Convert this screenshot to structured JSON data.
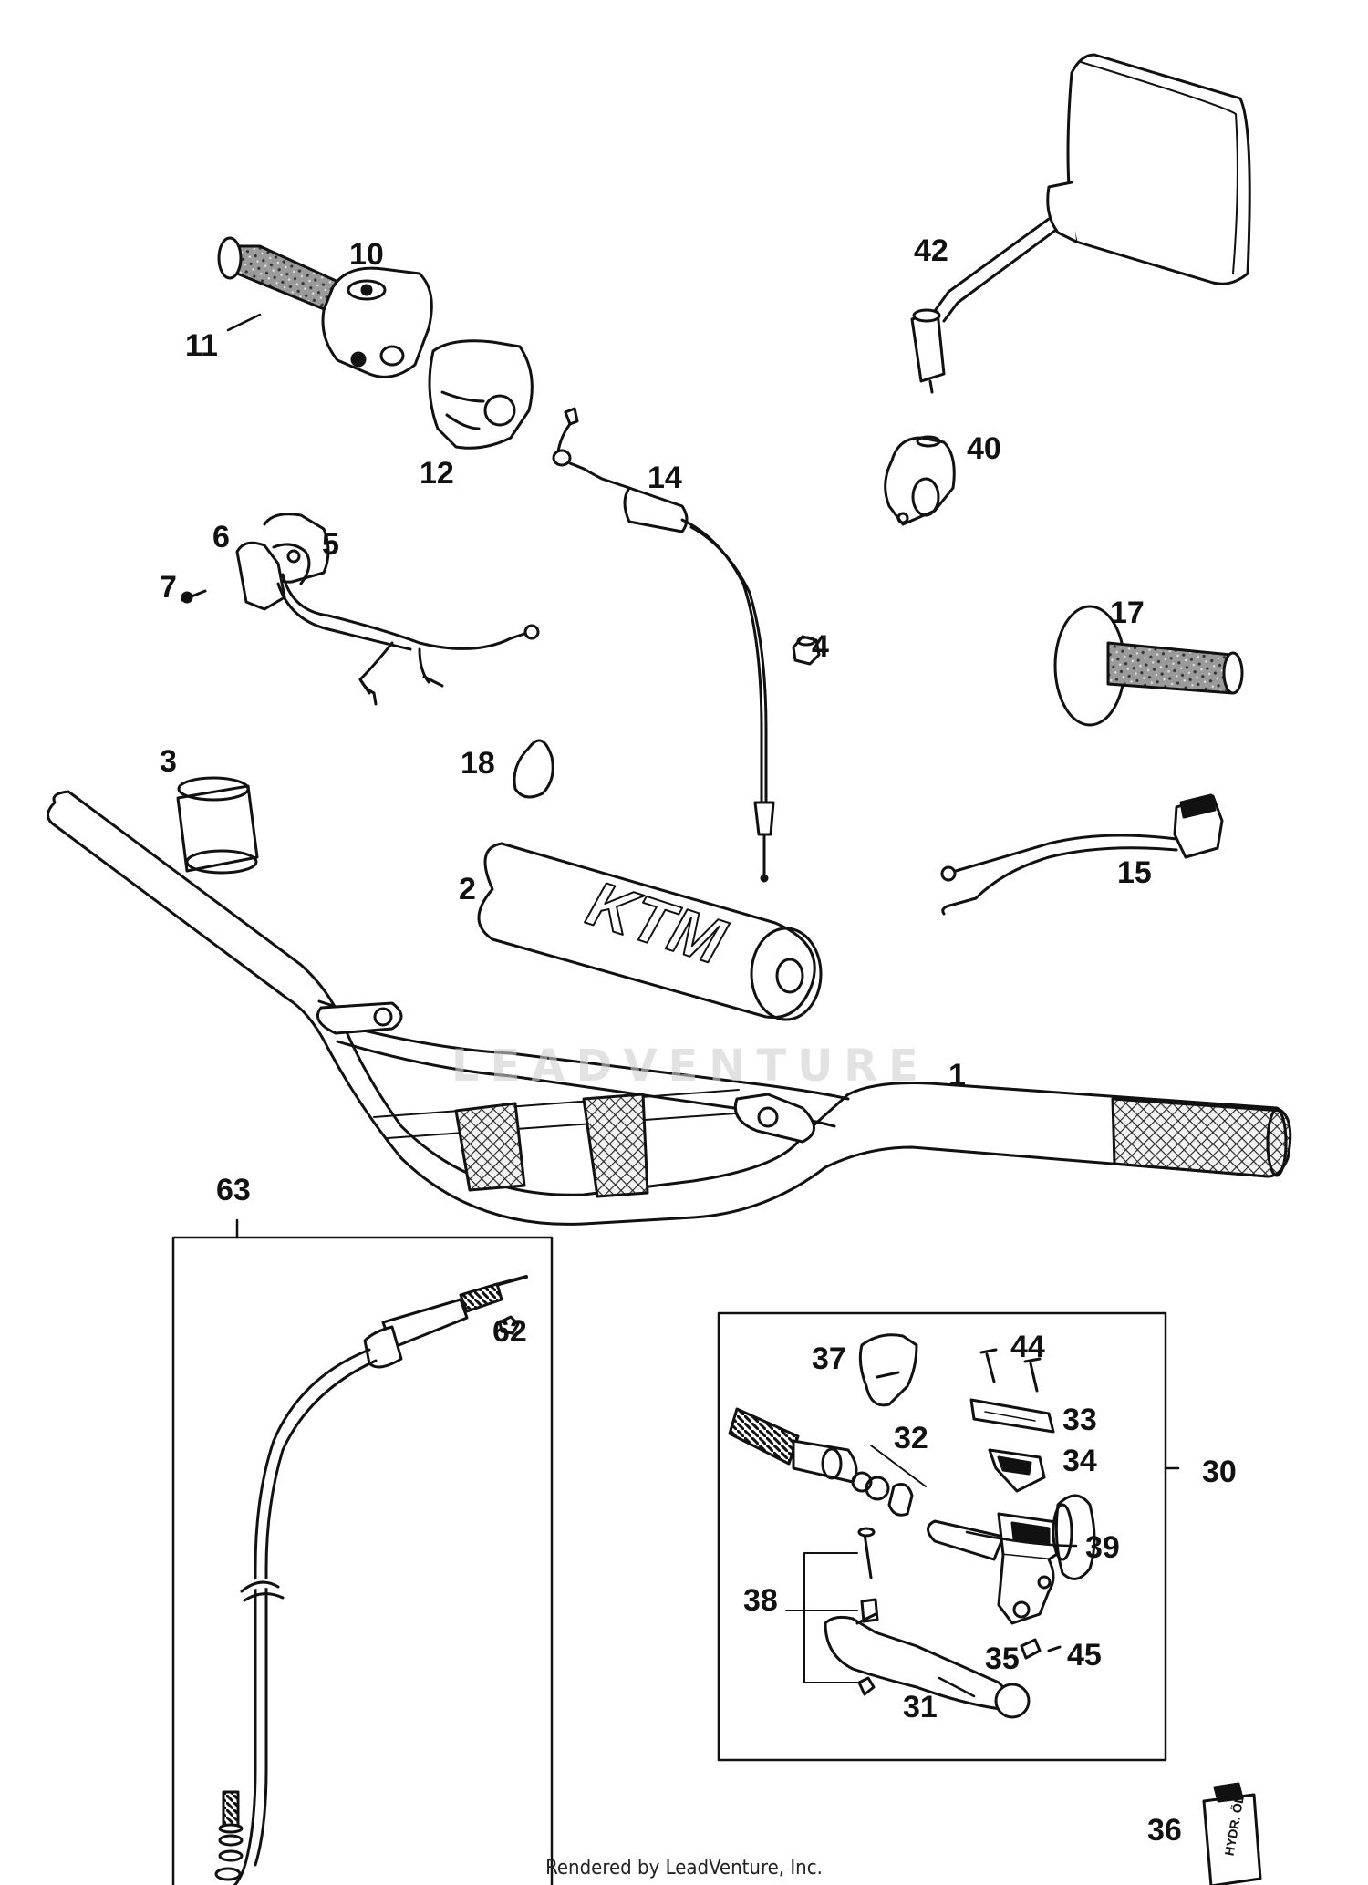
{
  "diagram": {
    "parts": [
      {
        "id": "handlebar",
        "number": "1"
      },
      {
        "id": "bar-pad",
        "number": "2"
      },
      {
        "id": "bushing",
        "number": "3"
      },
      {
        "id": "nut",
        "number": "4"
      },
      {
        "id": "switch-half",
        "number": "5"
      },
      {
        "id": "switch-clamp",
        "number": "6"
      },
      {
        "id": "screw",
        "number": "7"
      },
      {
        "id": "throttle-housing",
        "number": "10"
      },
      {
        "id": "throttle-grip",
        "number": "11"
      },
      {
        "id": "throttle-cover",
        "number": "12"
      },
      {
        "id": "choke-cable",
        "number": "14"
      },
      {
        "id": "kill-switch",
        "number": "15"
      },
      {
        "id": "left-grip",
        "number": "17"
      },
      {
        "id": "cable-tie",
        "number": "18"
      },
      {
        "id": "clutch-assembly",
        "number": "30"
      },
      {
        "id": "lever",
        "number": "31"
      },
      {
        "id": "seal-kit",
        "number": "32"
      },
      {
        "id": "reservoir-cap",
        "number": "33"
      },
      {
        "id": "diaphragm",
        "number": "34"
      },
      {
        "id": "clip",
        "number": "35"
      },
      {
        "id": "hydraulic-oil",
        "number": "36"
      },
      {
        "id": "lever-boot",
        "number": "37"
      },
      {
        "id": "pivot-bolt-kit",
        "number": "38"
      },
      {
        "id": "master-cylinder-body",
        "number": "39"
      },
      {
        "id": "mirror-clamp",
        "number": "40"
      },
      {
        "id": "mirror",
        "number": "42"
      },
      {
        "id": "cap-screws",
        "number": "44"
      },
      {
        "id": "small-screw",
        "number": "45"
      },
      {
        "id": "bleed-nipple-cap",
        "number": "62"
      },
      {
        "id": "clutch-line",
        "number": "63"
      }
    ],
    "logo_text": "KTM",
    "bottle_text": "HYDR. ÖL",
    "watermark": "LEADVENTURE",
    "footer": "Rendered by LeadVenture, Inc."
  }
}
